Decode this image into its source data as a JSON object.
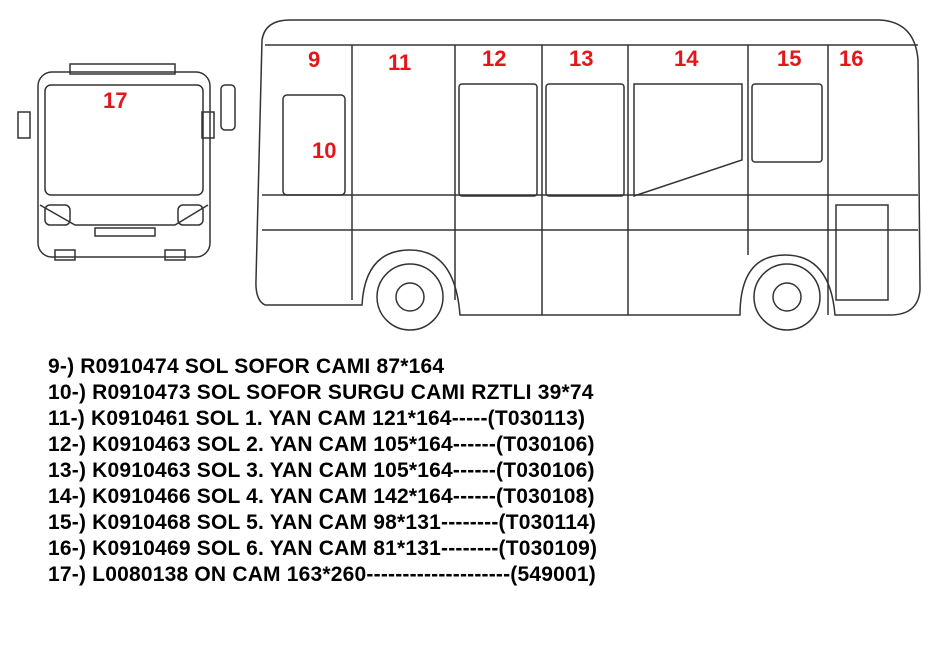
{
  "labels": {
    "l9": "9",
    "l10": "10",
    "l11": "11",
    "l12": "12",
    "l13": "13",
    "l14": "14",
    "l15": "15",
    "l16": "16",
    "l17": "17"
  },
  "parts": [
    "9-) R0910474 SOL SOFOR CAMI 87*164",
    "10-) R0910473 SOL SOFOR SURGU CAMI RZTLI 39*74",
    "11-) K0910461 SOL 1. YAN CAM 121*164-----(T030113)",
    "12-) K0910463 SOL 2. YAN CAM 105*164------(T030106)",
    "13-) K0910463 SOL 3. YAN CAM 105*164------(T030106)",
    "14-) K0910466 SOL 4. YAN CAM 142*164------(T030108)",
    "15-) K0910468 SOL 5. YAN CAM 98*131--------(T030114)",
    "16-) K0910469 SOL 6. YAN CAM 81*131--------(T030109)",
    "17-) L0080138 ON CAM 163*260--------------------(549001)"
  ],
  "colors": {
    "label": "#e4161b",
    "line": "#333333"
  }
}
